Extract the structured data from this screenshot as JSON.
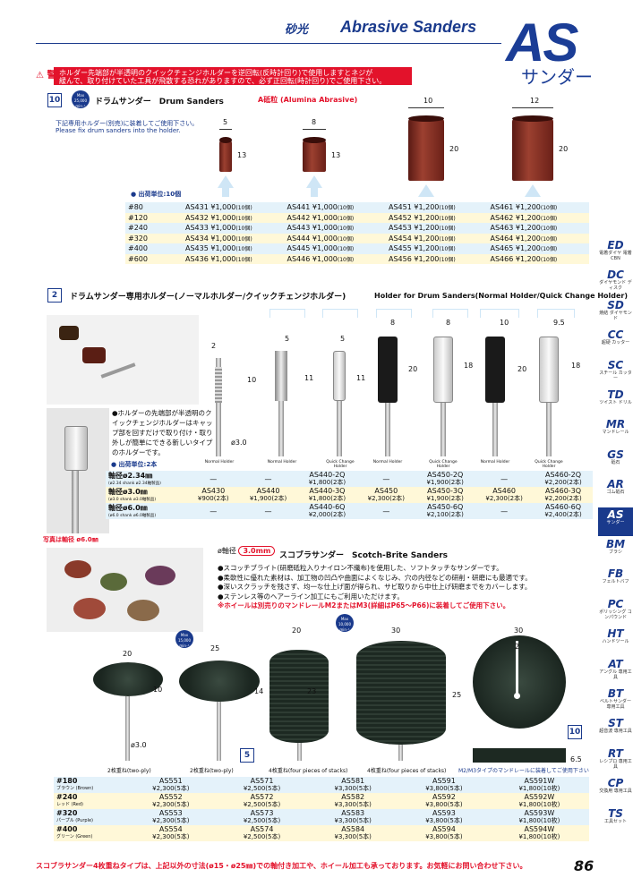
{
  "header": {
    "title_jp": "砂光",
    "title_en": "Abrasive Sanders",
    "logo": "AS",
    "logo_sub": "サンダー"
  },
  "warning": {
    "label": "警 告",
    "text1": "ホルダー先端部が半透明のクイックチェンジホルダーを逆回転(反時計回り)で使用しますとネジが",
    "text2": "緩んで、取り付けていた工具が飛散する恐れがありますので、必ず正回転(時計回り)でご使用下さい。"
  },
  "sec1": {
    "box": "10",
    "max": "Max 25,000 min⁻¹",
    "title": "ドラムサンダー　Drum Sanders",
    "grain": "A砥粒 (Alumina Abrasive)",
    "note1": "下記専用ホルダー(別売)に装着してご使用下さい。",
    "note2": "Please fix drum sanders into the holder.",
    "unit_label": "出荷単位:10個",
    "dims": [
      {
        "w": "5",
        "h": "13"
      },
      {
        "w": "8",
        "h": "13"
      },
      {
        "w": "10",
        "h": "20"
      },
      {
        "w": "12",
        "h": "20"
      }
    ],
    "rows": [
      {
        "grit": "#80",
        "c": [
          [
            "AS431",
            "¥1,000",
            "(10個)"
          ],
          [
            "AS441",
            "¥1,000",
            "(10個)"
          ],
          [
            "AS451",
            "¥1,200",
            "(10個)"
          ],
          [
            "AS461",
            "¥1,200",
            "(10個)"
          ]
        ]
      },
      {
        "grit": "#120",
        "c": [
          [
            "AS432",
            "¥1,000",
            "(10個)"
          ],
          [
            "AS442",
            "¥1,000",
            "(10個)"
          ],
          [
            "AS452",
            "¥1,200",
            "(10個)"
          ],
          [
            "AS462",
            "¥1,200",
            "(10個)"
          ]
        ]
      },
      {
        "grit": "#240",
        "c": [
          [
            "AS433",
            "¥1,000",
            "(10個)"
          ],
          [
            "AS443",
            "¥1,000",
            "(10個)"
          ],
          [
            "AS453",
            "¥1,200",
            "(10個)"
          ],
          [
            "AS463",
            "¥1,200",
            "(10個)"
          ]
        ]
      },
      {
        "grit": "#320",
        "c": [
          [
            "AS434",
            "¥1,000",
            "(10個)"
          ],
          [
            "AS444",
            "¥1,000",
            "(10個)"
          ],
          [
            "AS454",
            "¥1,200",
            "(10個)"
          ],
          [
            "AS464",
            "¥1,200",
            "(10個)"
          ]
        ]
      },
      {
        "grit": "#400",
        "c": [
          [
            "AS435",
            "¥1,000",
            "(10個)"
          ],
          [
            "AS445",
            "¥1,000",
            "(10個)"
          ],
          [
            "AS455",
            "¥1,200",
            "(10個)"
          ],
          [
            "AS465",
            "¥1,200",
            "(10個)"
          ]
        ]
      },
      {
        "grit": "#600",
        "c": [
          [
            "AS436",
            "¥1,000",
            "(10個)"
          ],
          [
            "AS446",
            "¥1,000",
            "(10個)"
          ],
          [
            "AS456",
            "¥1,200",
            "(10個)"
          ],
          [
            "AS466",
            "¥1,200",
            "(10個)"
          ]
        ]
      }
    ]
  },
  "sec2": {
    "box": "2",
    "title": "ドラムサンダー専用ホルダー(ノーマルホルダー/クイックチェンジホルダー)",
    "title_en": "Holder for Drum Sanders(Normal Holder/Quick Change Holder)",
    "bullet": "●ホルダーの先端部が半透明のクイックチェンジホルダーはキャップ部を回すだけで取り付け・取り外しが簡単にできる新しいタイプのホルダーです。",
    "photo_caption": "写真は軸径 ø6.0㎜",
    "unit_label": "出荷単位:2本",
    "dims": [
      "2",
      "10",
      "5",
      "11",
      "5",
      "11",
      "8",
      "20",
      "8",
      "18",
      "10",
      "20",
      "9.5",
      "18",
      "ø3.0"
    ],
    "holder_types": [
      "Normal Holder",
      "Normal Holder",
      "Quick Change Holder",
      "Normal Holder",
      "Quick Change Holder",
      "Normal Holder",
      "Quick Change Holder"
    ],
    "rows": [
      {
        "shaft": "軸径ø2.34㎜",
        "shaft_en": "(ø2.34 shank ø2.34軸製品)",
        "c": [
          [
            "—",
            ""
          ],
          [
            "—",
            ""
          ],
          [
            "AS440-2Q",
            "¥1,800(2本)"
          ],
          [
            "—",
            ""
          ],
          [
            "AS450-2Q",
            "¥1,900(2本)"
          ],
          [
            "—",
            ""
          ],
          [
            "AS460-2Q",
            "¥2,200(2本)"
          ]
        ]
      },
      {
        "shaft": "軸径ø3.0㎜",
        "shaft_en": "(ø3.0 shank ø3.0軸製品)",
        "c": [
          [
            "AS430",
            "¥900(2本)"
          ],
          [
            "AS440",
            "¥1,900(2本)"
          ],
          [
            "AS440-3Q",
            "¥1,800(2本)"
          ],
          [
            "AS450",
            "¥2,300(2本)"
          ],
          [
            "AS450-3Q",
            "¥1,900(2本)"
          ],
          [
            "AS460",
            "¥2,300(2本)"
          ],
          [
            "AS460-3Q",
            "¥2,200(2本)"
          ]
        ]
      },
      {
        "shaft": "軸径ø6.0㎜",
        "shaft_en": "(ø6.0 shank ø6.0軸製品)",
        "c": [
          [
            "—",
            ""
          ],
          [
            "—",
            ""
          ],
          [
            "AS440-6Q",
            "¥2,000(2本)"
          ],
          [
            "—",
            ""
          ],
          [
            "AS450-6Q",
            "¥2,100(2本)"
          ],
          [
            "—",
            ""
          ],
          [
            "AS460-6Q",
            "¥2,400(2本)"
          ]
        ]
      }
    ]
  },
  "sec3": {
    "shaft_label": "軸径",
    "shaft_val": "3.0",
    "shaft_unit": "mm",
    "title": "スコブラサンダー　Scotch-Brite Sanders",
    "bullets": [
      "●スコッチブライト(研磨砥粒入りナイロン不織布)を使用した、ソフトタッチなサンダーです。",
      "●柔軟性に優れた素材は、加工物の凹凸や曲面によくなじみ、穴の内径などの研削・研磨にも最適です。",
      "●深いスクラッチを残さず、均一な仕上げ面が得られ、サビ取りから中仕上げ研磨までをカバーします。",
      "●ステンレス等のヘアーライン加工にもご利用いただけます。"
    ],
    "red_note": "※ホイールは別売りのマンドレールM2またはM3(詳細はP65〜P66)に装着してご使用下さい。",
    "max1": "Max 15,000 min⁻¹",
    "max2": "Max 10,000 min⁻¹",
    "dims": [
      "20",
      "10",
      "25",
      "14",
      "20",
      "23",
      "30",
      "25",
      "30",
      "2",
      "6.5",
      "ø3.0"
    ],
    "captions": [
      "2枚重ね(two-ply)",
      "2枚重ね(two-ply)",
      "4枚重ね(four pieces of stacks)",
      "4枚重ね(four pieces of stacks)"
    ],
    "m2note": "M2/M3タイプのマンドレールに装着してご使用下さい",
    "box5": "5",
    "box10": "10",
    "rows": [
      {
        "grit": "#180",
        "color": "ブラウン (Brown)",
        "c": [
          [
            "AS551",
            "¥2,300(5本)"
          ],
          [
            "AS571",
            "¥2,500(5本)"
          ],
          [
            "AS581",
            "¥3,300(5本)"
          ],
          [
            "AS591",
            "¥3,800(5本)"
          ],
          [
            "AS591W",
            "¥1,800(10枚)"
          ]
        ]
      },
      {
        "grit": "#240",
        "color": "レッド (Red)",
        "c": [
          [
            "AS552",
            "¥2,300(5本)"
          ],
          [
            "AS572",
            "¥2,500(5本)"
          ],
          [
            "AS582",
            "¥3,300(5本)"
          ],
          [
            "AS592",
            "¥3,800(5本)"
          ],
          [
            "AS592W",
            "¥1,800(10枚)"
          ]
        ]
      },
      {
        "grit": "#320",
        "color": "パープル (Purple)",
        "c": [
          [
            "AS553",
            "¥2,300(5本)"
          ],
          [
            "AS573",
            "¥2,500(5本)"
          ],
          [
            "AS583",
            "¥3,300(5本)"
          ],
          [
            "AS593",
            "¥3,800(5本)"
          ],
          [
            "AS593W",
            "¥1,800(10枚)"
          ]
        ]
      },
      {
        "grit": "#400",
        "color": "グリーン (Green)",
        "c": [
          [
            "AS554",
            "¥2,300(5本)"
          ],
          [
            "AS574",
            "¥2,500(5本)"
          ],
          [
            "AS584",
            "¥3,300(5本)"
          ],
          [
            "AS594",
            "¥3,800(5本)"
          ],
          [
            "AS594W",
            "¥1,800(10枚)"
          ]
        ]
      }
    ]
  },
  "sidebar": [
    {
      "code": "ED",
      "desc": "電着ダイヤ 電着CBN"
    },
    {
      "code": "DC",
      "desc": "ダイヤモンド ディスク"
    },
    {
      "code": "SD",
      "desc": "焼結 ダイヤモンド"
    },
    {
      "code": "CC",
      "desc": "超硬 カッター"
    },
    {
      "code": "SC",
      "desc": "スチール カッター"
    },
    {
      "code": "TD",
      "desc": "ツイスト ドリル"
    },
    {
      "code": "MR",
      "desc": "マンドレール"
    },
    {
      "code": "GS",
      "desc": "砥石"
    },
    {
      "code": "AR",
      "desc": "ゴム砥石"
    },
    {
      "code": "AS",
      "desc": "サンダー"
    },
    {
      "code": "BM",
      "desc": "ブラシ"
    },
    {
      "code": "FB",
      "desc": "フェルトバフ"
    },
    {
      "code": "PC",
      "desc": "ポリッシング コンパウンド"
    },
    {
      "code": "HT",
      "desc": "ハンドツール"
    },
    {
      "code": "AT",
      "desc": "アングル 専用工具"
    },
    {
      "code": "BT",
      "desc": "ベルトサンダー 専用工具"
    },
    {
      "code": "ST",
      "desc": "超音波 専用工具"
    },
    {
      "code": "RT",
      "desc": "レシプロ 専用工具"
    },
    {
      "code": "CP",
      "desc": "交換用 専用工具"
    },
    {
      "code": "TS",
      "desc": "工具セット"
    }
  ],
  "footer": "スコブラサンダー4枚重ねタイプは、上記以外の寸法(ø15・ø25㎜)での軸付き加工や、ホイール加工も承っております。お気軽にお問い合わせ下さい。",
  "page": "86"
}
